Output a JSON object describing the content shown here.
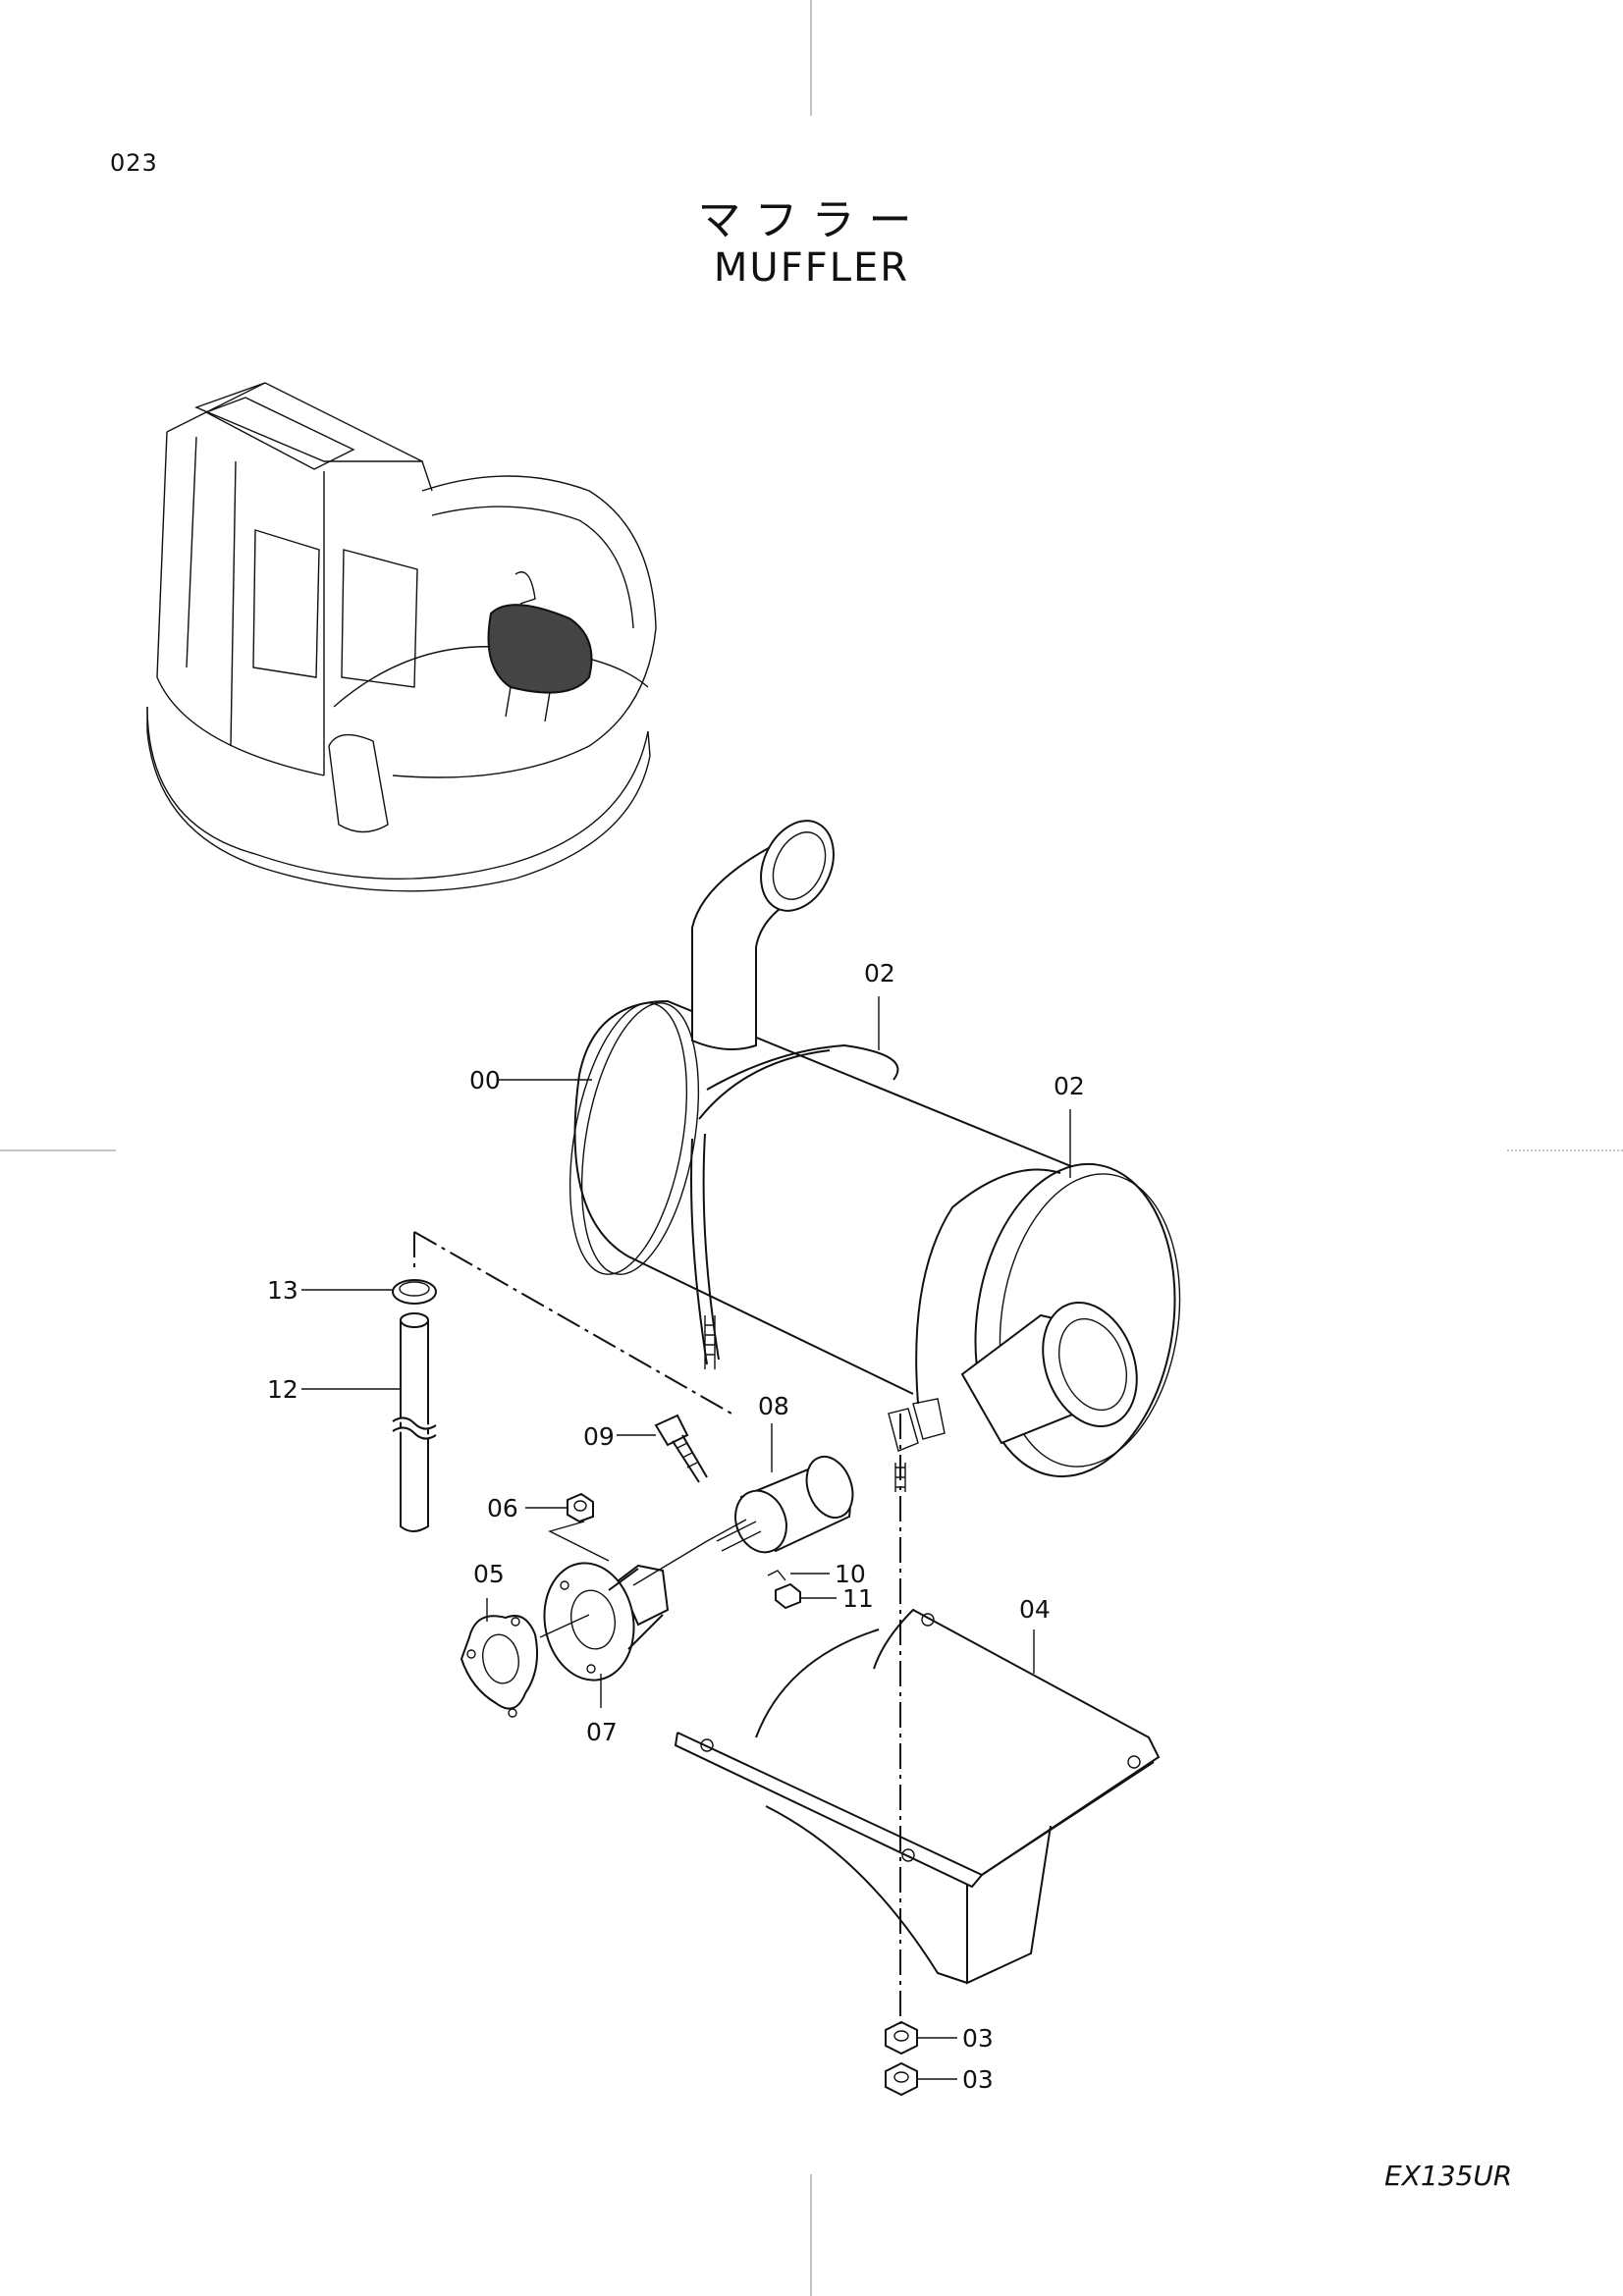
{
  "page": {
    "number": "023",
    "model": "EX135UR"
  },
  "title": {
    "jp": "マフラー",
    "en": "MUFFLER"
  },
  "callouts": [
    {
      "id": "00",
      "label": "00"
    },
    {
      "id": "02a",
      "label": "02"
    },
    {
      "id": "02b",
      "label": "02"
    },
    {
      "id": "13",
      "label": "13"
    },
    {
      "id": "12",
      "label": "12"
    },
    {
      "id": "08",
      "label": "08"
    },
    {
      "id": "09",
      "label": "09"
    },
    {
      "id": "06",
      "label": "06"
    },
    {
      "id": "05",
      "label": "05"
    },
    {
      "id": "10",
      "label": "10"
    },
    {
      "id": "11",
      "label": "11"
    },
    {
      "id": "07",
      "label": "07"
    },
    {
      "id": "04",
      "label": "04"
    },
    {
      "id": "03a",
      "label": "03"
    },
    {
      "id": "03b",
      "label": "03"
    }
  ]
}
